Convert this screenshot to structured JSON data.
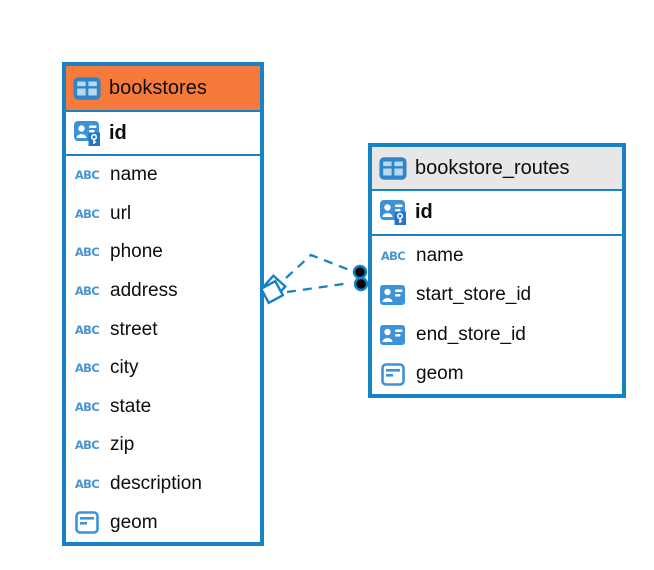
{
  "diagram": {
    "background": "#ffffff",
    "accent_blue": "#1583C4",
    "icon_blue": "#3E92D8",
    "selected_header_orange": "#F67A3C",
    "header_gray": "#E7E7E7"
  },
  "icons": {
    "text_type_label": "ABC"
  },
  "tables": {
    "bookstores": {
      "title": "bookstores",
      "header_style": "selected-orange",
      "pk": {
        "name": "id",
        "type": "primary-key"
      },
      "columns": [
        {
          "name": "name",
          "type": "text"
        },
        {
          "name": "url",
          "type": "text"
        },
        {
          "name": "phone",
          "type": "text"
        },
        {
          "name": "address",
          "type": "text"
        },
        {
          "name": "street",
          "type": "text"
        },
        {
          "name": "city",
          "type": "text"
        },
        {
          "name": "state",
          "type": "text"
        },
        {
          "name": "zip",
          "type": "text"
        },
        {
          "name": "description",
          "type": "text"
        },
        {
          "name": "geom",
          "type": "object"
        }
      ]
    },
    "bookstore_routes": {
      "title": "bookstore_routes",
      "header_style": "gray",
      "pk": {
        "name": "id",
        "type": "primary-key"
      },
      "columns": [
        {
          "name": "name",
          "type": "text"
        },
        {
          "name": "start_store_id",
          "type": "reference"
        },
        {
          "name": "end_store_id",
          "type": "reference"
        },
        {
          "name": "geom",
          "type": "object"
        }
      ]
    }
  },
  "relationships": [
    {
      "source_table": "bookstores",
      "target_table": "bookstore_routes",
      "line_style": "dashed",
      "source_marker": "diamond",
      "target_marker": "filled-dot"
    },
    {
      "source_table": "bookstores",
      "target_table": "bookstore_routes",
      "line_style": "dashed",
      "source_marker": "diamond",
      "target_marker": "filled-dot"
    }
  ]
}
